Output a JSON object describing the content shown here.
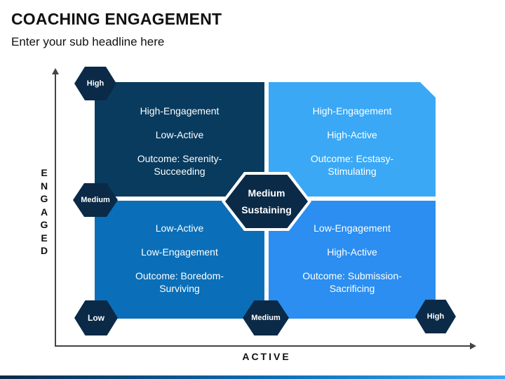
{
  "header": {
    "title": "COACHING ENGAGEMENT",
    "subtitle": "Enter your sub headline here"
  },
  "quadrants": {
    "top_left": {
      "line1": "High-Engagement",
      "line2": "Low-Active",
      "line3a": "Outcome: Serenity-",
      "line3b": "Succeeding",
      "color": "#083b5e"
    },
    "top_right": {
      "line1": "High-Engagement",
      "line2": "High-Active",
      "line3a": "Outcome: Ecstasy-",
      "line3b": "Stimulating",
      "color": "#3aa8f5"
    },
    "bottom_left": {
      "line1": "Low-Active",
      "line2": "Low-Engagement",
      "line3a": "Outcome: Boredom-",
      "line3b": "Surviving",
      "color": "#0a6fb8"
    },
    "bottom_right": {
      "line1": "Low-Engagement",
      "line2": "High-Active",
      "line3a": "Outcome: Submission-",
      "line3b": "Sacrificing",
      "color": "#2b8ef0"
    }
  },
  "center": {
    "line1": "Medium",
    "line2": "Sustaining"
  },
  "y_levels": {
    "high": "High",
    "medium": "Medium",
    "low": "Low"
  },
  "x_levels": {
    "medium": "Medium",
    "high": "High"
  },
  "axes": {
    "y_label_letters": [
      "E",
      "N",
      "G",
      "A",
      "G",
      "E",
      "D"
    ],
    "x_label": "ACTIVE"
  },
  "colors": {
    "hexagon": "#0b2a47",
    "axis": "#444444"
  }
}
